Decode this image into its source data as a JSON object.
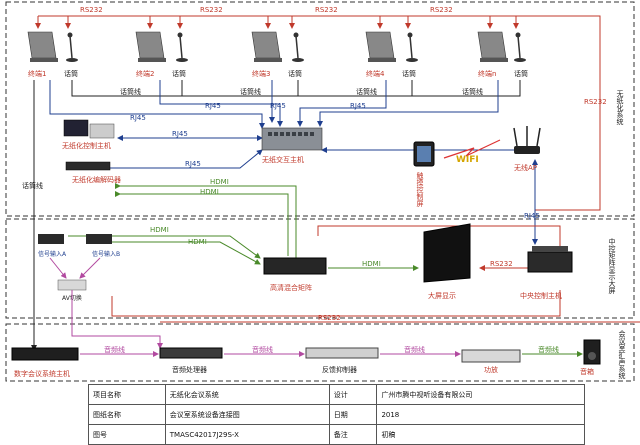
{
  "zone_labels": {
    "wireless_system": "无纸化系统",
    "central_control": "中控矩阵显示大屏",
    "conference_audio": "会议室扩声系统"
  },
  "terminals": [
    {
      "terminal": "终端1",
      "mic": "话筒"
    },
    {
      "terminal": "终端2",
      "mic": "话筒"
    },
    {
      "terminal": "终端3",
      "mic": "话筒"
    },
    {
      "terminal": "终端4",
      "mic": "话筒"
    },
    {
      "terminal": "终端n",
      "mic": "话筒"
    }
  ],
  "cables": {
    "rs232": "RS232",
    "rj45": "RJ45",
    "hdmi": "HDMI",
    "mic_line": "话筒线",
    "audio_line": "音频线"
  },
  "devices": {
    "paperless_host": "无纸化控制主机",
    "paperless_decoder": "无纸化编解码器",
    "switch": "无纸交互主机",
    "pad": "触摸控制屏",
    "wifi": "WIFI",
    "wireless_ap": "无线AP",
    "signal_in_a": "信号输入A",
    "signal_in_b": "信号输入B",
    "av_switch": "AV切换",
    "hd_matrix": "高清混合矩阵",
    "big_screen": "大屏显示",
    "central_host": "中央控制主机",
    "conference_host": "数字会议系统主机",
    "audio_processor": "音频处理器",
    "feedback_suppressor": "反馈抑制器",
    "amplifier": "功放",
    "speaker": "音箱"
  },
  "info_table": {
    "rows": [
      [
        "项目名称",
        "无纸化会议系统",
        "设计",
        "广州市腾中视听设备有限公司"
      ],
      [
        "图纸名称",
        "会议室系统设备连接图",
        "日期",
        "2018"
      ],
      [
        "图号",
        "TMASC42017J29S-X",
        "备注",
        "初稿"
      ]
    ]
  }
}
